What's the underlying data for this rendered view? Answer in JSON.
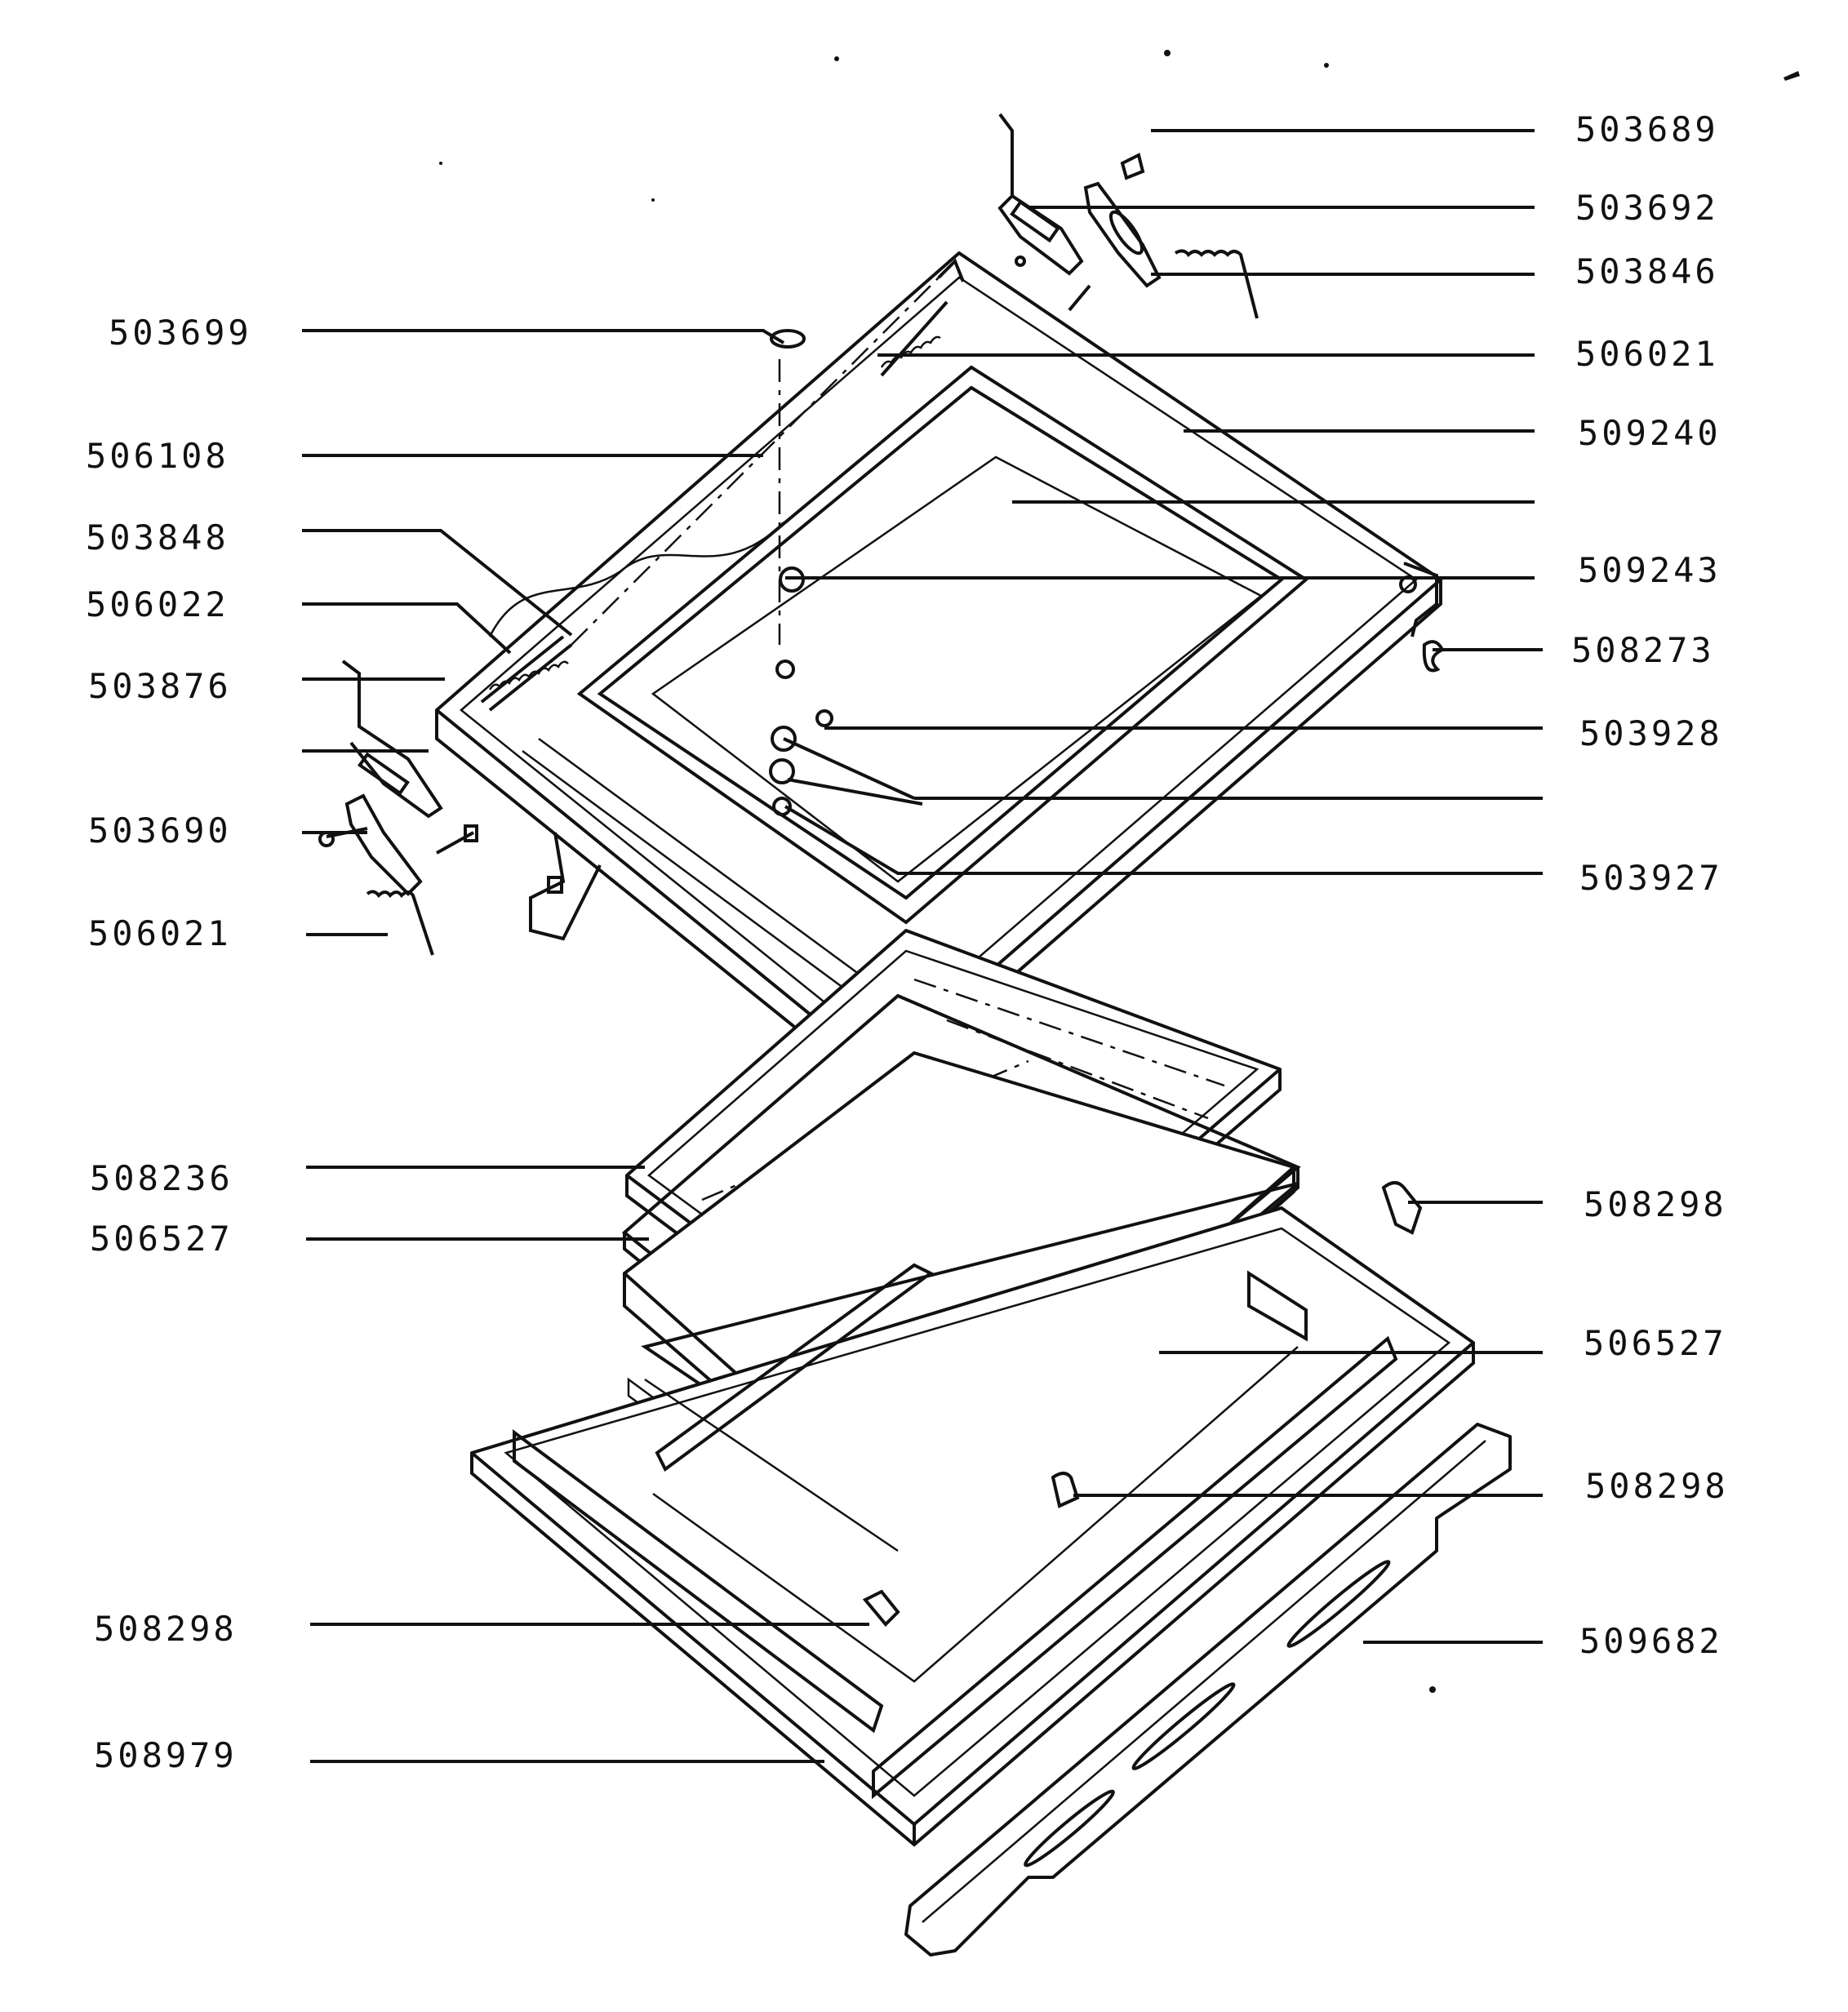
{
  "labels_left": [
    "503699",
    "506108",
    "503848",
    "506022",
    "503876",
    "503690",
    "506021",
    "508236",
    "506527",
    "508298",
    "508979"
  ],
  "labels_right": [
    "503689",
    "503692",
    "503846",
    "506021",
    "509240",
    "509243",
    "508273",
    "503928",
    "503927",
    "508298",
    "506527",
    "508298",
    "509682"
  ]
}
